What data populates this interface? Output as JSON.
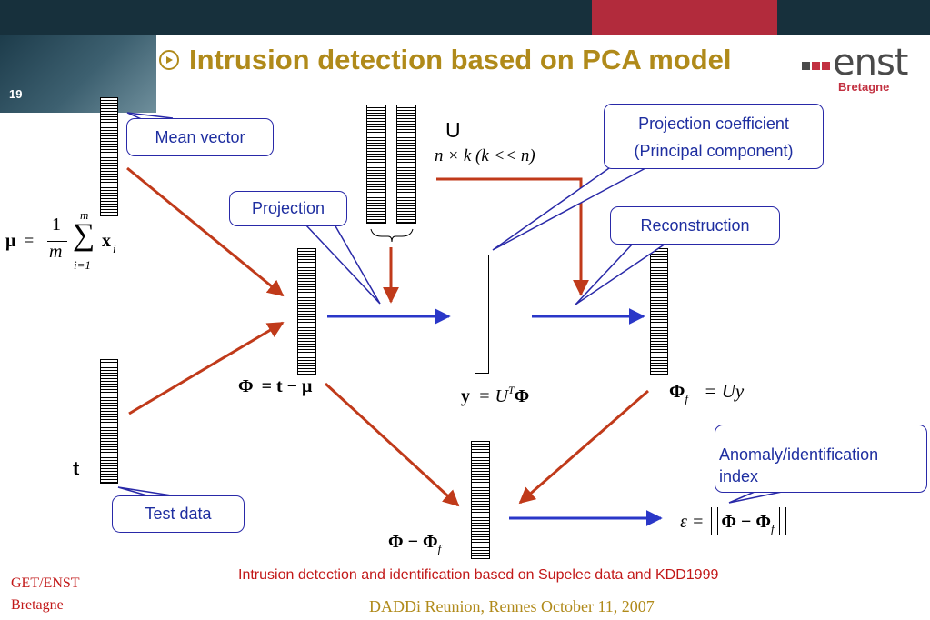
{
  "slide": {
    "number": "19",
    "title": "Intrusion detection based on PCA model"
  },
  "logo": {
    "word": "enst",
    "sub": "Bretagne",
    "colors": [
      "#4a4a4a",
      "#c23040",
      "#c23040"
    ]
  },
  "callouts": {
    "mean_vector": "Mean vector",
    "projection": "Projection",
    "projection_coefficient": [
      "Projection coefficient",
      "(Principal component)"
    ],
    "reconstruction": "Reconstruction",
    "anomaly_index": [
      "Anomaly/identification",
      "index"
    ],
    "test_data": "Test data"
  },
  "labels": {
    "U": "U",
    "t": "t"
  },
  "math": {
    "mu_lhs": "μ",
    "mu_eq": "=",
    "mu_frac_num": "1",
    "mu_frac_den": "m",
    "mu_sum": "∑",
    "mu_sum_top": "m",
    "mu_sum_bottom": "i=1",
    "mu_x": "x",
    "mu_x_sub": "i",
    "u_dims": "n × k (k << n)",
    "phi_lhs": "Φ",
    "phi_rhs": "= t − μ",
    "y_lhs": "y",
    "y_eq": "= U",
    "y_sup": "T",
    "y_phi": "Φ",
    "phif_lhs": "Φ",
    "phif_sub": "f",
    "phif_rhs": "= Uy",
    "diff_a": "Φ − Φ",
    "diff_sub": "f",
    "eps_lhs": "ε =",
    "eps_a": "Φ − Φ",
    "eps_sub": "f"
  },
  "caption": "Intrusion detection and identification based on Supelec data and KDD1999",
  "footer": {
    "org_line1": "GET/ENST",
    "org_line2": "Bretagne",
    "event": "DADDi  Reunion, Rennes October 11, 2007"
  },
  "colors": {
    "title": "#b08a1a",
    "callout": "#2929a8",
    "arrow_red": "#c03a1a",
    "arrow_blue": "#2a37c8",
    "footer_red": "#c21818"
  }
}
